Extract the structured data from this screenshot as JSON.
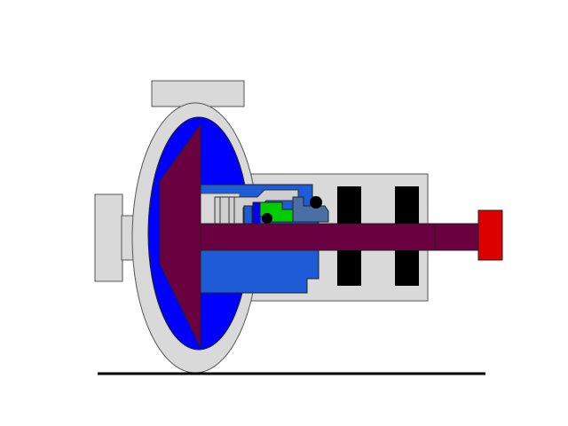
{
  "diagram": {
    "title": "",
    "colors": {
      "background": "#ffffff",
      "casing": "#d9d9d9",
      "casing_stroke": "#555555",
      "volute": "#0000ff",
      "seal_housing": "#1e5bd6",
      "impeller_shaft": "#6b0040",
      "coupling": "#dd0000",
      "seal_face": "#00cc00",
      "seal_ring": "#4a6fa5",
      "bearing": "#000000",
      "ground": "#000000"
    },
    "parts": [
      "pump-casing",
      "volute",
      "impeller",
      "shaft",
      "mechanical-seal",
      "bearings",
      "bearing-housing",
      "coupling-hub",
      "inlet-flange",
      "discharge-flange",
      "baseline"
    ]
  }
}
